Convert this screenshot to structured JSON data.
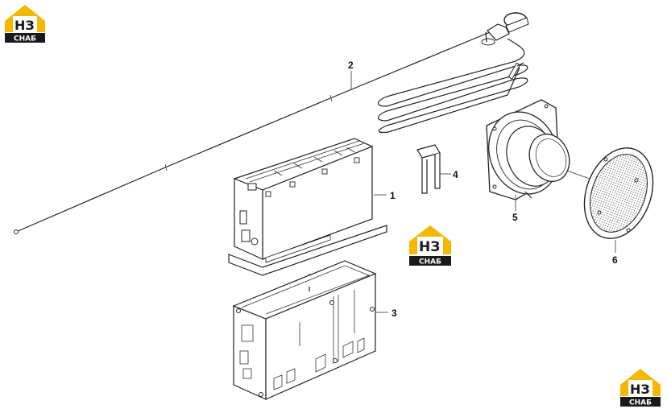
{
  "logo": {
    "mark": "НЗ",
    "word": "СНАБ",
    "colors": {
      "accent": "#f5b800",
      "dark": "#1a1a1a"
    }
  },
  "callouts": [
    {
      "id": "1",
      "label": "1"
    },
    {
      "id": "2",
      "label": "2"
    },
    {
      "id": "3",
      "label": "3"
    },
    {
      "id": "4",
      "label": "4"
    },
    {
      "id": "5",
      "label": "5"
    },
    {
      "id": "6",
      "label": "6"
    }
  ],
  "parts": [
    {
      "callout": "1",
      "icon": "radio-head-unit-icon"
    },
    {
      "callout": "2",
      "icon": "antenna-icon"
    },
    {
      "callout": "3",
      "icon": "mounting-frame-icon"
    },
    {
      "callout": "4",
      "icon": "removal-key-icon"
    },
    {
      "callout": "5",
      "icon": "speaker-icon"
    },
    {
      "callout": "6",
      "icon": "speaker-grille-icon"
    }
  ]
}
